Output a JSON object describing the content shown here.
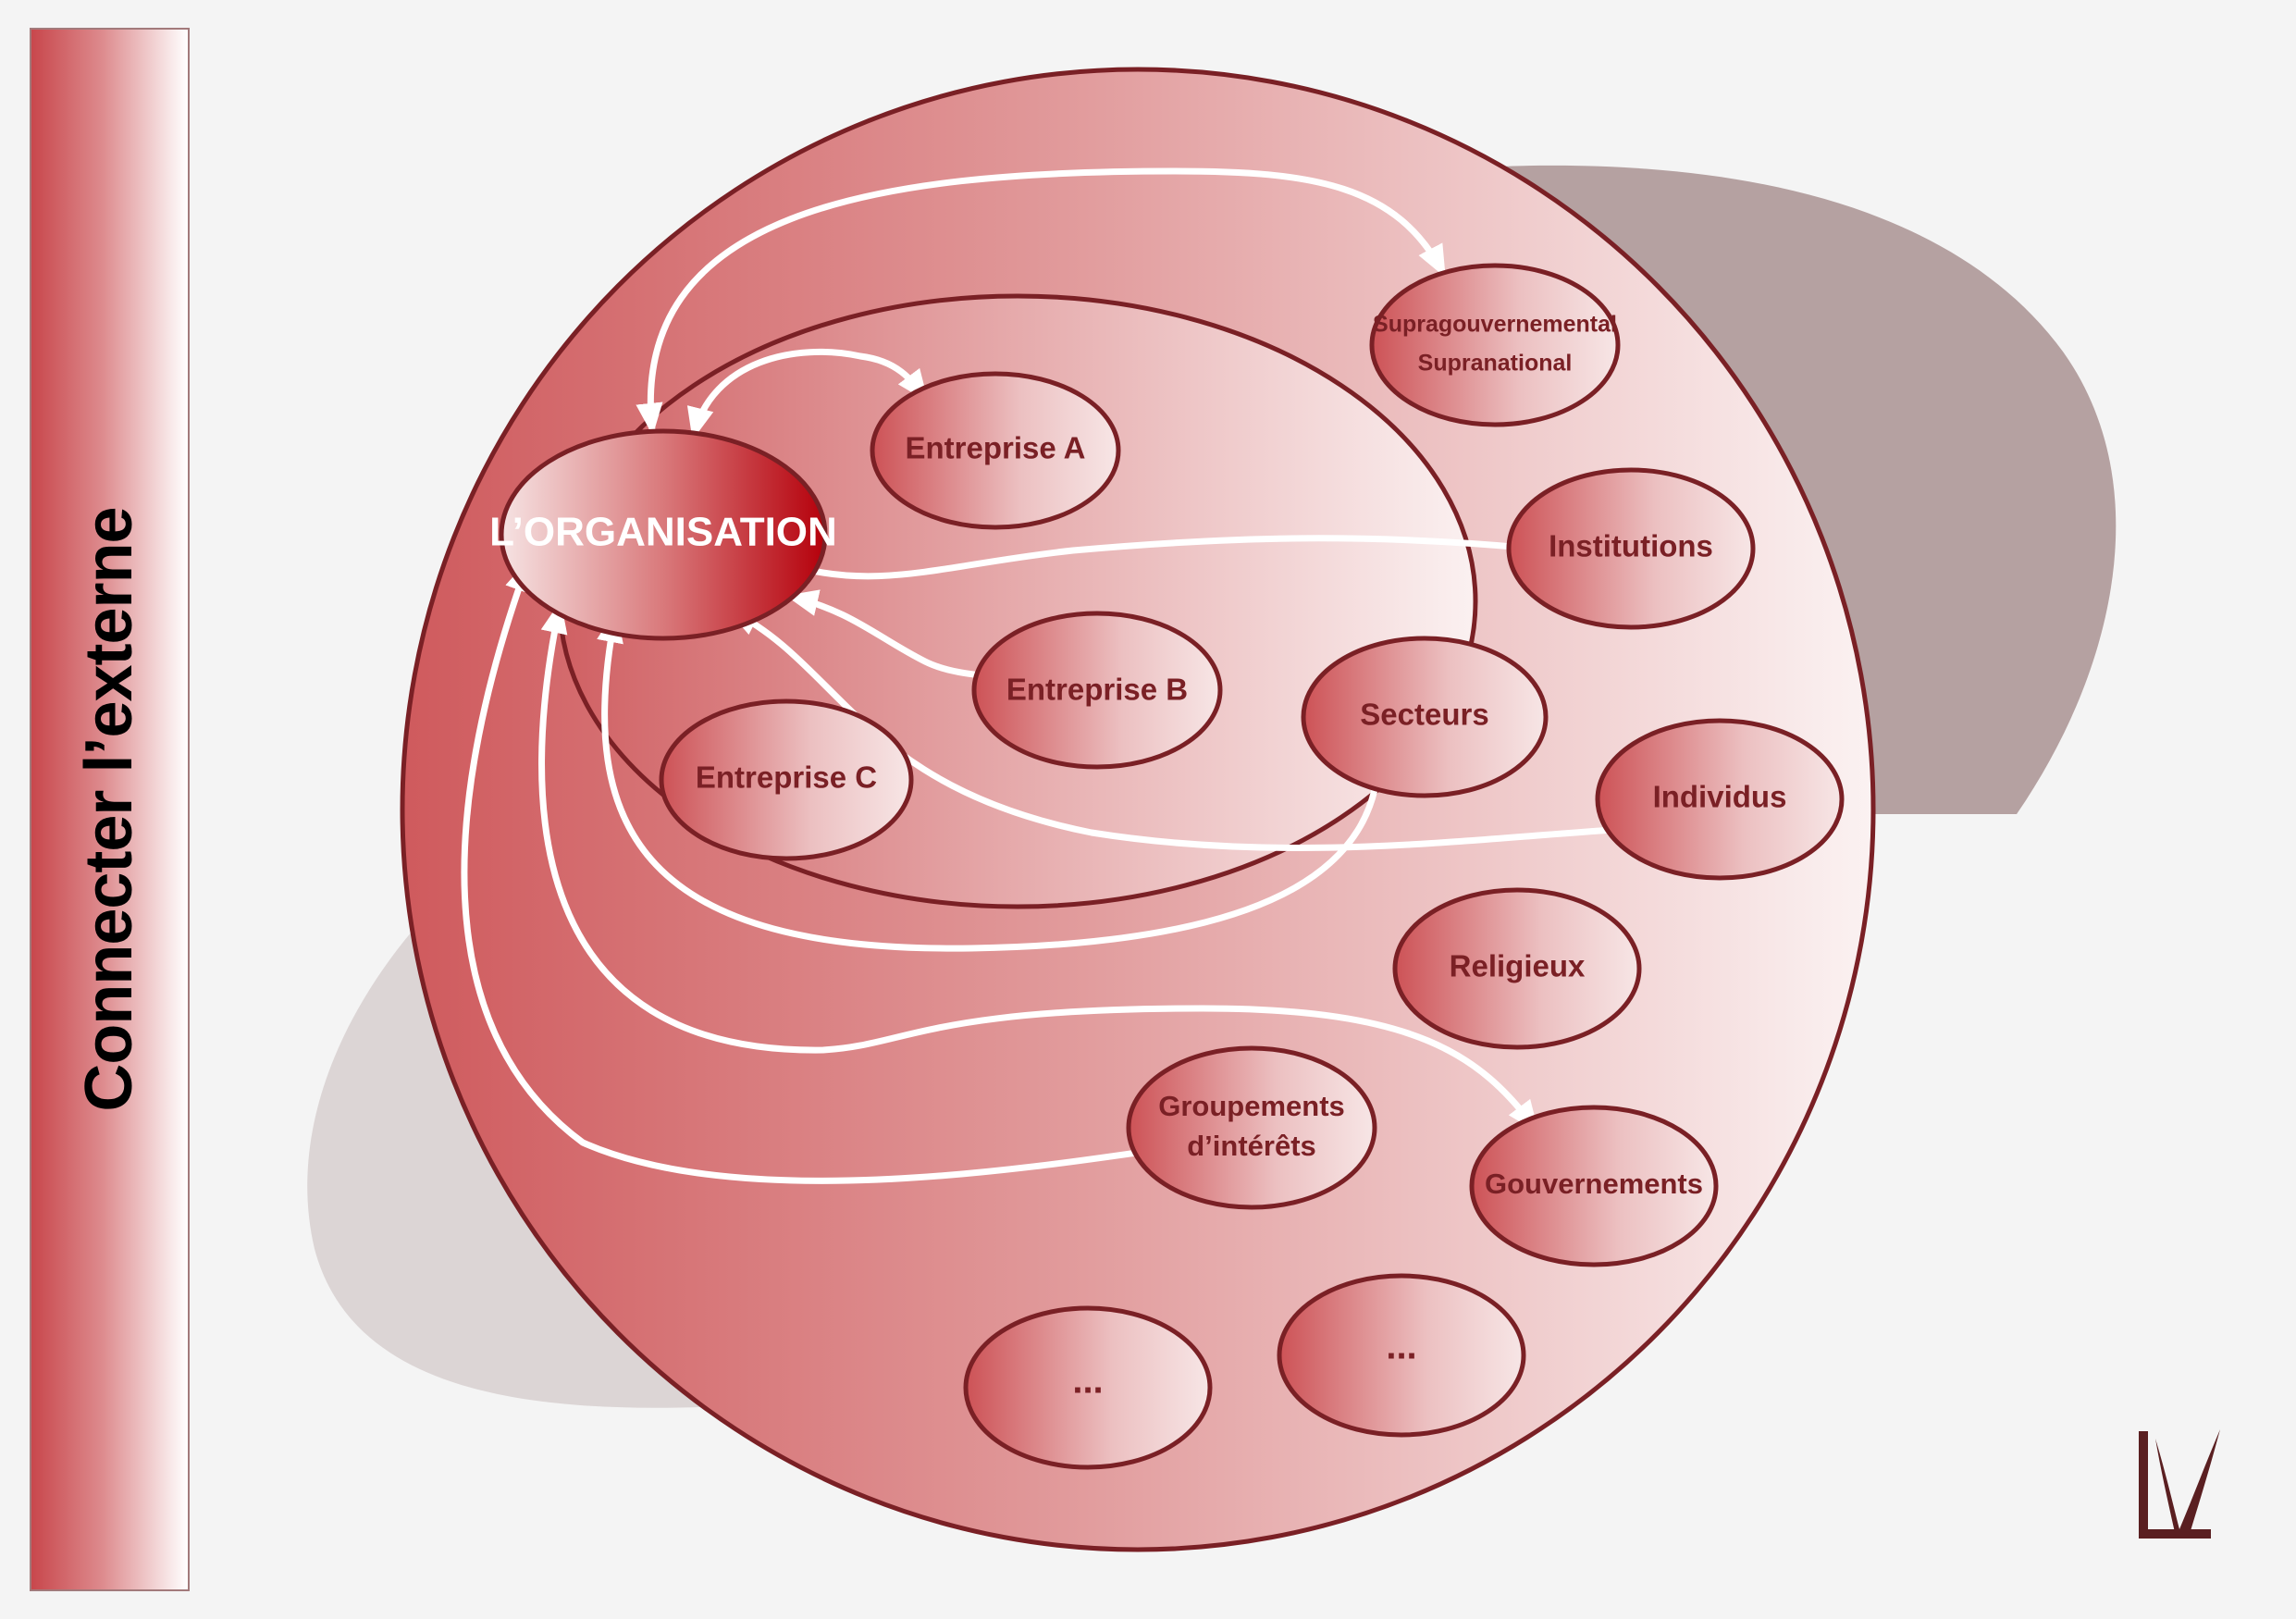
{
  "sidebar": {
    "title": "Connecter l’externe"
  },
  "diagram": {
    "center": "L’ORGANISATION",
    "inner_entities": [
      "Entreprise A",
      "Entreprise B",
      "Entreprise C"
    ],
    "outer_entities": {
      "supra_line1": "Supragouvernemental",
      "supra_line2": "Supranational",
      "institutions": "Institutions",
      "secteurs": "Secteurs",
      "individus": "Individus",
      "religieux": "Religieux",
      "groupements_line1": "Groupements",
      "groupements_line2": "d’intérêts",
      "gouvernements": "Gouvernements",
      "ellipsis1": "...",
      "ellipsis2": "..."
    }
  },
  "colors": {
    "accent_dark": "#7a2025",
    "accent_red": "#c8474c",
    "center_red": "#b5000b",
    "shadow_dark": "#b5a1a1",
    "shadow_light": "#dcd5d5"
  },
  "logo": {
    "icon": "lv-logo-icon"
  }
}
